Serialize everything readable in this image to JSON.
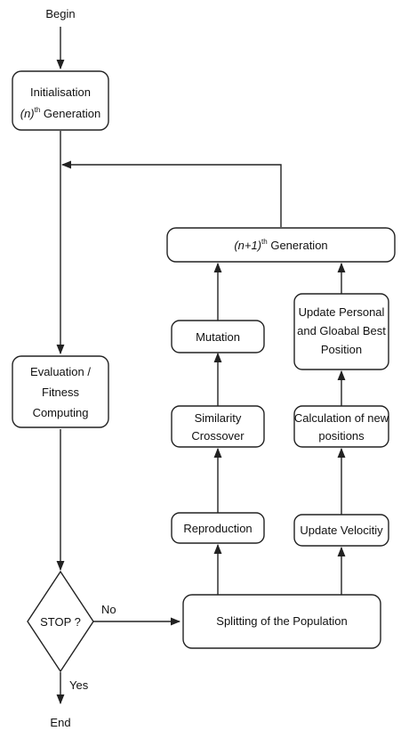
{
  "labels": {
    "begin": "Begin",
    "end": "End",
    "init_line1": "Initialisation",
    "init_n": "(n)",
    "init_th": "th",
    "init_gen": " Generation",
    "next_n": "(n+1)",
    "next_th": "th",
    "next_gen": " Generation",
    "eval_line1": "Evaluation /",
    "eval_line2": "Fitness",
    "eval_line3": "Computing",
    "mutation": "Mutation",
    "crossover_line1": "Similarity",
    "crossover_line2": "Crossover",
    "reproduction": "Reproduction",
    "update_best_line1": "Update Personal",
    "update_best_line2": "and Gloabal Best",
    "update_best_line3": "Position",
    "calc_line1": "Calculation of new",
    "calc_line2": "positions",
    "update_velocity": "Update Velocitiy",
    "splitting": "Splitting of the Population",
    "stop": "STOP ?",
    "no": "No",
    "yes": "Yes"
  }
}
